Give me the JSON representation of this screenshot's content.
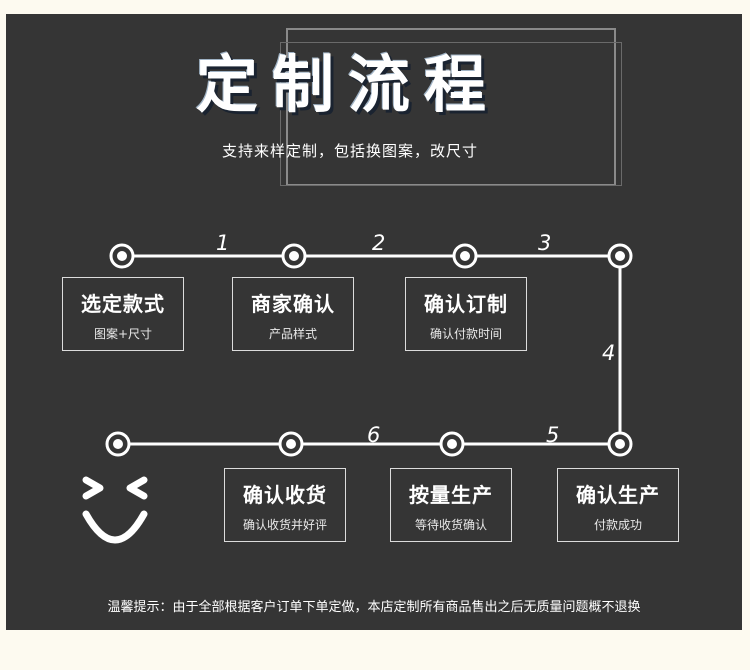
{
  "title": "定制流程",
  "subtitle": "支持来样定制，包括换图案，改尺寸",
  "steps": [
    {
      "title": "选定款式",
      "sub": "图案+尺寸"
    },
    {
      "title": "商家确认",
      "sub": "产品样式"
    },
    {
      "title": "确认订制",
      "sub": "确认付款时间"
    },
    {
      "title": "确认生产",
      "sub": "付款成功"
    },
    {
      "title": "按量生产",
      "sub": "等待收货确认"
    },
    {
      "title": "确认收货",
      "sub": "确认收货并好评"
    }
  ],
  "numbers": [
    "1",
    "2",
    "3",
    "4",
    "5",
    "6"
  ],
  "notice": "温馨提示：由于全部根据客户订单下单定做，本店定制所有商品售出之后无质量问题概不退换",
  "colors": {
    "panel": "#353535",
    "line": "#ffffff",
    "text": "#ffffff"
  },
  "icons": [
    "smiley-icon"
  ]
}
